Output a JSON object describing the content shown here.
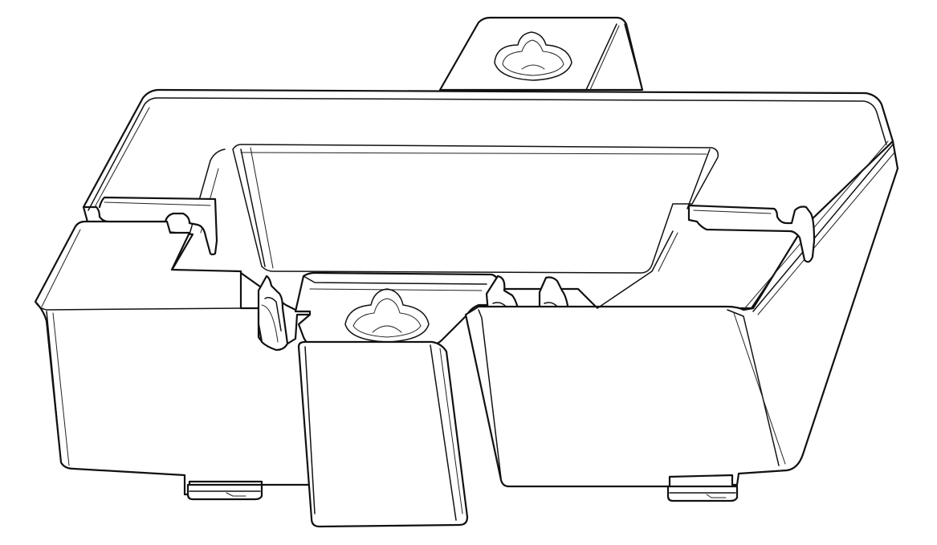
{
  "drawing": {
    "style": "line-art",
    "colors": {
      "background": "#ffffff",
      "stroke": "#111111"
    },
    "parts": [
      "wall-mount-bracket",
      "top-mounting-tab",
      "front-mounting-tab",
      "keyhole-slot",
      "recessed-cavity",
      "snap-clip",
      "bottom-foot"
    ]
  }
}
